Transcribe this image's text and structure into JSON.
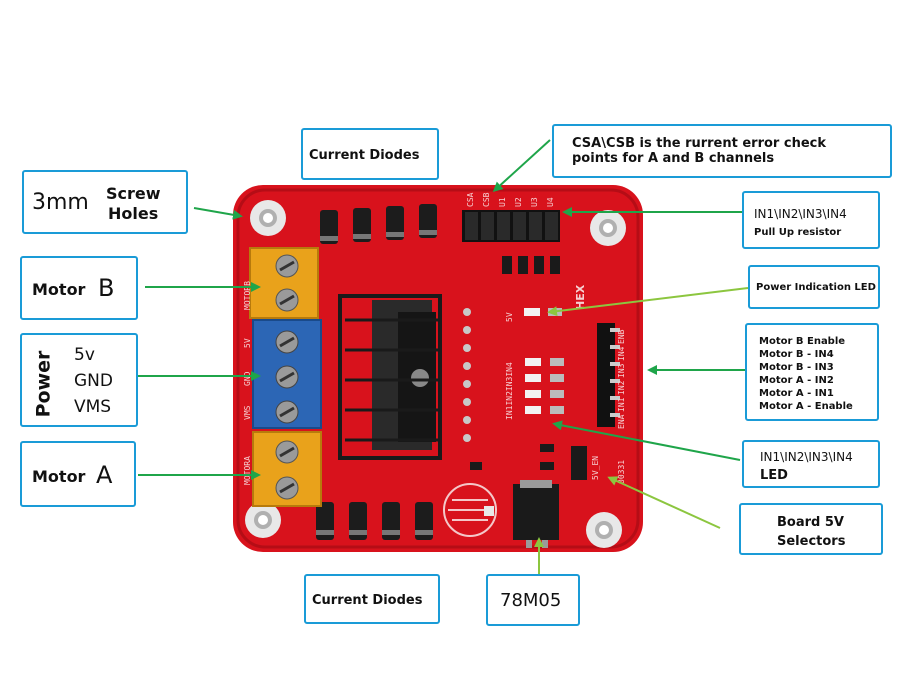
{
  "callouts": {
    "screw_holes": {
      "size": "3mm",
      "label_1": "Screw",
      "label_2": "Holes"
    },
    "motor_b": {
      "text": "Motor",
      "letter": "B"
    },
    "power": {
      "vertical": "Power",
      "line_1": "5v",
      "line_2": "GND",
      "line_3": "VMS"
    },
    "motor_a": {
      "text": "Motor",
      "letter": "A"
    },
    "current_diodes_top": "Current Diodes",
    "current_diodes_bottom": "Current Diodes",
    "csa_csb": {
      "line_1": "CSA\\CSB is the rurrent error check",
      "line_2": "points for A and B channels"
    },
    "in_pullup": {
      "line_1": "IN1\\IN2\\IN3\\IN4",
      "line_2": "Pull Up resistor"
    },
    "power_led": "Power Indication LED",
    "inputs": [
      "Motor B Enable",
      "Motor B - IN4",
      "Motor B - IN3",
      "Motor A - IN2",
      "Motor A - IN1",
      "Motor A - Enable"
    ],
    "in_led": {
      "line_1": "IN1\\IN2\\IN3\\IN4",
      "line_2": "LED"
    },
    "board_5v": {
      "line_1": "Board 5V",
      "line_2": "Selectors"
    },
    "regulator": "78M05"
  },
  "silkscreen": {
    "header_top": [
      "CSA",
      "CSB",
      "U1",
      "U2",
      "U3",
      "U4"
    ],
    "motorb": "MOTORB",
    "motora": "MOTORA",
    "v5": "5V",
    "gnd": "GND",
    "vms": "VMS",
    "hex": "HEX",
    "right_pins": [
      "ENB",
      "IN4",
      "IN3",
      "IN2",
      "IN1",
      "ENA"
    ],
    "in_vertical": "IN1IN2IN3IN4",
    "led5v": "5V",
    "v5_en": "5V_EN",
    "part_no": "00331"
  },
  "colors": {
    "pcb": "#d8121c",
    "border": "#1a9bd7",
    "arrow": "#1fa54a",
    "arrow_light": "#8cc63f"
  }
}
